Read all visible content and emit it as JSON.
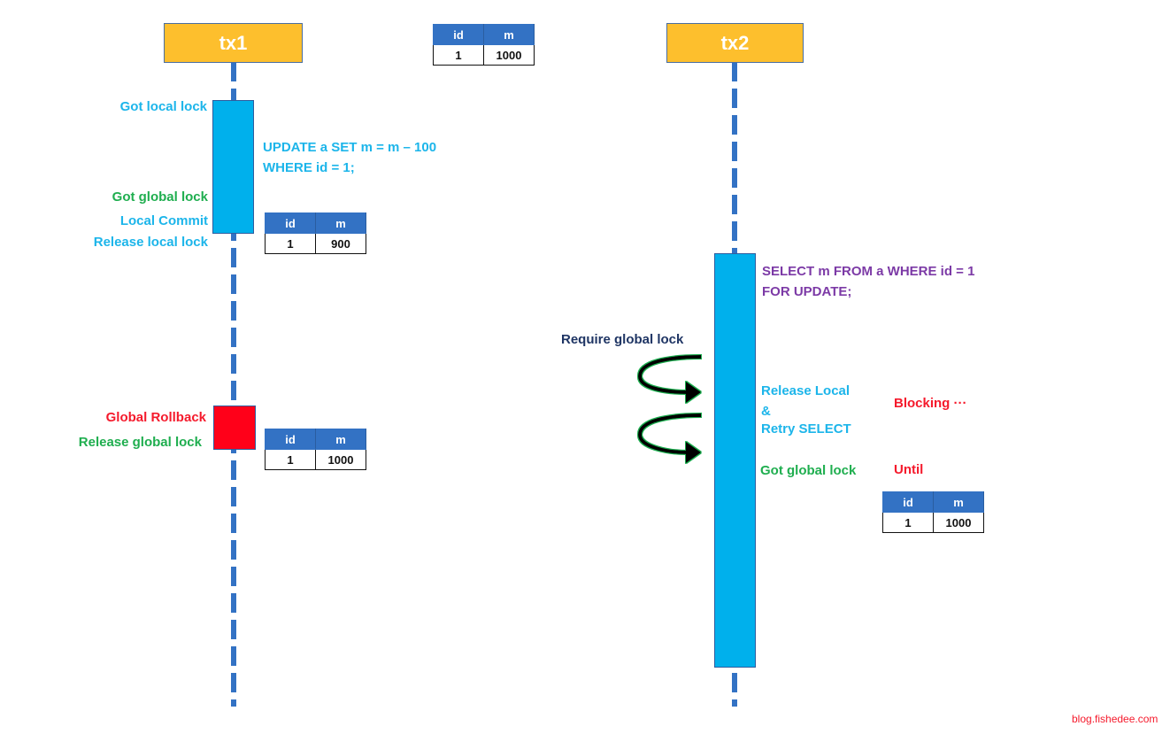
{
  "diagram": {
    "type": "sequence",
    "watermark": "blog.fishedee.com",
    "initial_table": {
      "headers": [
        "id",
        "m"
      ],
      "row": [
        "1",
        "1000"
      ]
    },
    "tx1": {
      "title": "tx1",
      "labels": {
        "got_local_lock": "Got local lock",
        "got_global_lock": "Got global lock",
        "local_commit": "Local Commit",
        "release_local_lock": "Release local lock",
        "global_rollback": "Global Rollback",
        "release_global_lock": "Release global lock"
      },
      "sql": {
        "line1": "UPDATE a SET m = m – 100",
        "line2": "WHERE id = 1;"
      },
      "table_after_commit": {
        "headers": [
          "id",
          "m"
        ],
        "row": [
          "1",
          "900"
        ]
      },
      "table_after_rollback": {
        "headers": [
          "id",
          "m"
        ],
        "row": [
          "1",
          "1000"
        ]
      }
    },
    "tx2": {
      "title": "tx2",
      "sql": {
        "line1": "SELECT m FROM a WHERE id = 1",
        "line2": "FOR UPDATE;"
      },
      "labels": {
        "require_global_lock": "Require global lock",
        "release_local": "Release Local",
        "ampersand": "&",
        "retry_select": "Retry SELECT",
        "got_global_lock": "Got global lock",
        "blocking": "Blocking ···",
        "until": "Until"
      },
      "table_final": {
        "headers": [
          "id",
          "m"
        ],
        "row": [
          "1",
          "1000"
        ]
      }
    },
    "colors": {
      "header_fill": "#fdbf2d",
      "lifeline": "#3372c4",
      "activation": "#00b0ec",
      "rollback": "#ff0019",
      "local_text": "#1cb5ea",
      "global_text": "#1fae4f",
      "error_text": "#f51a2c",
      "sql_tx2": "#7c3aa6"
    }
  }
}
